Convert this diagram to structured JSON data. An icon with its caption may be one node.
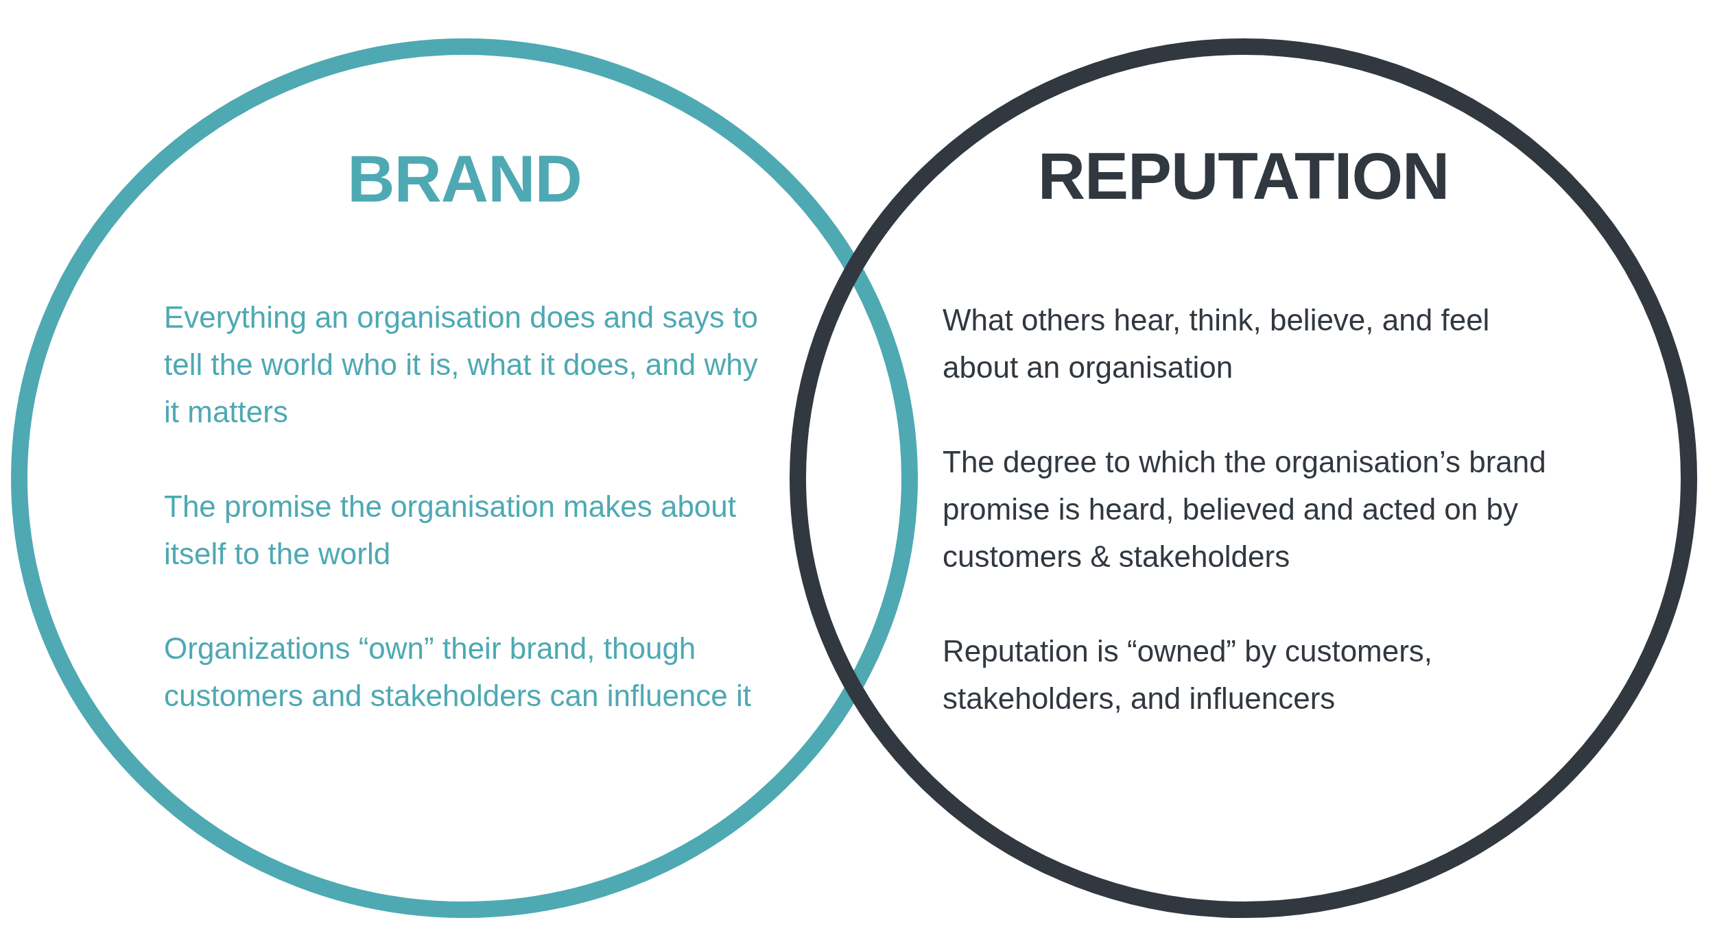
{
  "diagram": {
    "nodes": [
      {
        "text": [
          "BRAND",
          "Everything an organisation does and says to tell the world who it is, what it does, and why it matters",
          "The promise the organisation makes about itself to the world",
          "Organizations “own” their brand, though customers and stakeholders can influence it"
        ]
      },
      {
        "text": [
          "REPUTATION",
          "What others hear, think, believe, and feel about an organisation",
          "The degree to which the organisation’s brand promise is heard, believed and acted on by customers & stakeholders",
          "Reputation is “owned” by customers, stakeholders, and influencers"
        ]
      }
    ]
  }
}
